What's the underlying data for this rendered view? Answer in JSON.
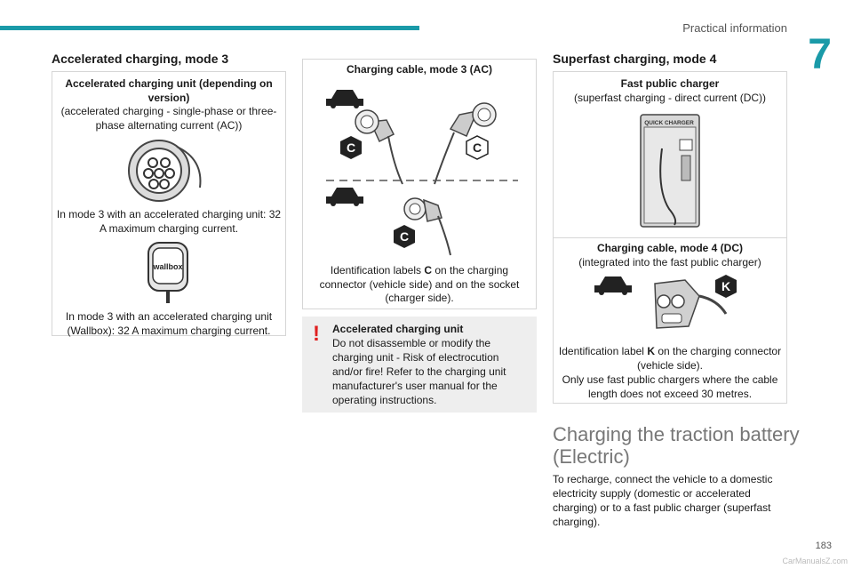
{
  "header": {
    "title": "Practical information",
    "chapter": "7",
    "page": "183",
    "watermark": "CarManualsZ.com"
  },
  "col1": {
    "heading": "Accelerated charging, mode 3",
    "unit_title": "Accelerated charging unit (depending on version)",
    "unit_desc": "(accelerated charging - single-phase or three-phase alternating current (AC))",
    "note1": "In mode 3 with an accelerated charging unit: 32 A maximum charging current.",
    "wallbox_label": "wallbox",
    "note2": "In mode 3 with an accelerated charging unit (Wallbox): 32 A maximum charging current."
  },
  "col2": {
    "cable_title": "Charging cable, mode 3 (AC)",
    "label_c": "C",
    "id_prefix": "Identification labels ",
    "id_bold": "C",
    "id_suffix": " on the charging connector (vehicle side) and on the socket (charger side).",
    "warning_title": "Accelerated charging unit",
    "warning_text": "Do not disassemble or modify the charging unit - Risk of electrocution and/or fire! Refer to the charging unit manufacturer's user manual for the operating instructions."
  },
  "col3": {
    "heading": "Superfast charging, mode 4",
    "fast_title": "Fast public charger",
    "fast_desc": "(superfast charging - direct current (DC))",
    "charger_label": "QUICK CHARGER",
    "cable4_title": "Charging cable, mode 4 (DC)",
    "cable4_desc": "(integrated into the fast public charger)",
    "label_k": "K",
    "id4_prefix": "Identification label ",
    "id4_bold": "K",
    "id4_suffix": " on the charging connector (vehicle side).",
    "id4_note": "Only use fast public chargers where the cable length does not exceed 30 metres.",
    "section_title": "Charging the traction battery (Electric)",
    "section_para": "To recharge, connect the vehicle to a domestic electricity supply (domestic or accelerated charging) or to a fast public charger (superfast charging)."
  }
}
